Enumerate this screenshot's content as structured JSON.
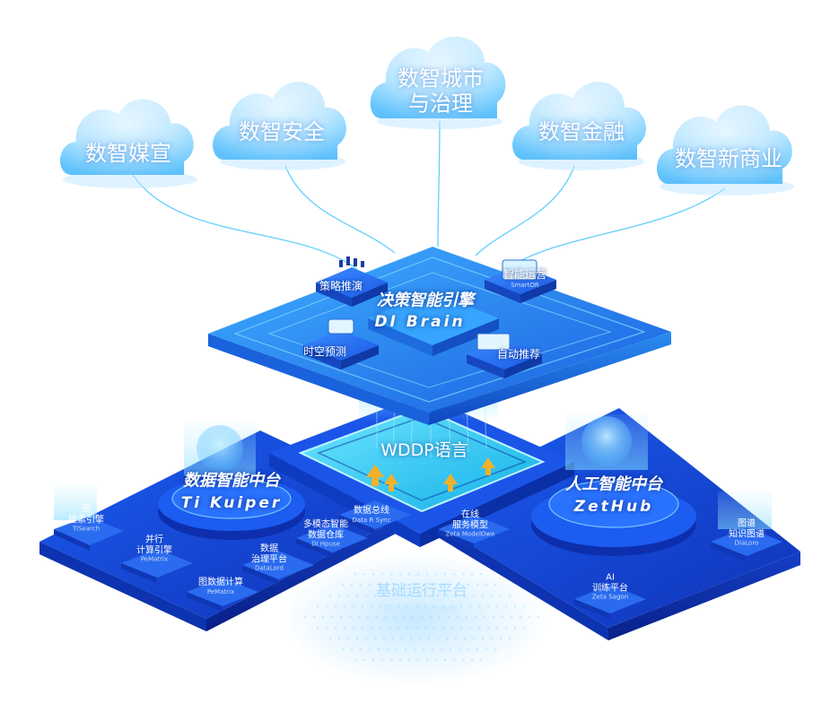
{
  "clouds": [
    {
      "id": "media",
      "label": "数智媒宣"
    },
    {
      "id": "security",
      "label": "数智安全"
    },
    {
      "id": "city",
      "label_line1": "数智城市",
      "label_line2": "与治理"
    },
    {
      "id": "finance",
      "label": "数智金融"
    },
    {
      "id": "commerce",
      "label": "数智新商业"
    }
  ],
  "decision_engine": {
    "title": "决策智能引擎",
    "subtitle": "DI Brain",
    "modules": {
      "strategy": "策略推演",
      "ops": "智能运营",
      "ops_en": "SmartOR",
      "spacetime": "时空预测",
      "recommend": "自动推荐"
    }
  },
  "language_layer": {
    "label": "WDDP语言"
  },
  "data_platform": {
    "title": "数据智能中台",
    "subtitle": "Ti Kuiper",
    "modules": {
      "search": {
        "line1": "图",
        "line2": "搜索引擎",
        "en": "TiSearch"
      },
      "parallel": {
        "line1": "并行",
        "line2": "计算引擎",
        "en": "PeMatrix"
      },
      "graph": {
        "label": "图数据计算",
        "en": "PeMatrix"
      },
      "governance": {
        "line1": "数据",
        "line2": "治理平台",
        "en": "DataLord"
      },
      "multimodal": {
        "line1": "多模态智能",
        "line2": "数据仓库",
        "en": "DI Hpuse"
      },
      "bus": {
        "label": "数据总线",
        "en": "Data R Sync"
      }
    }
  },
  "ai_platform": {
    "title": "人工智能中台",
    "subtitle": "ZetHub",
    "modules": {
      "model_service": {
        "line1": "在线",
        "line2": "服务模型",
        "en": "Zeta ModelOwe"
      },
      "training": {
        "line1": "AI",
        "line2": "训练平台",
        "en": "Zeta Sagon"
      },
      "knowledge": {
        "line1": "图谱",
        "line2": "知识图谱",
        "en": "DiaLoro"
      }
    }
  },
  "base_platform": {
    "label": "基础运行平台",
    "subtitle": "TiLake Runtime"
  },
  "colors": {
    "cloud_light": "#d8f1ff",
    "cloud_dark": "#5cc2ff",
    "engine_top": "#2c8af5",
    "engine_dark": "#1560d8",
    "platform": "#1544d4",
    "platform_dark": "#0a2a9e",
    "water": "#17c3f0",
    "line_glow": "#38c8ff",
    "arrow": "#f2b12a"
  }
}
